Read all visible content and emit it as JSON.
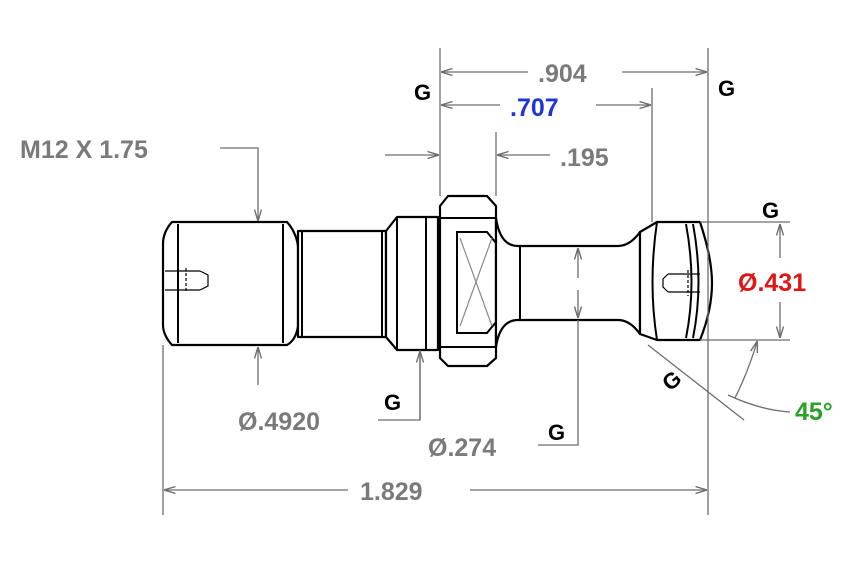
{
  "dimensions": {
    "overall_length": ".904",
    "gauge_length": ".707",
    "flange_width": ".195",
    "thread": "M12 X 1.75",
    "pilot_diameter": "Ø.4920",
    "neck_diameter": "Ø.274",
    "knob_diameter": "Ø.431",
    "total_length": "1.829",
    "angle": "45°"
  },
  "gauge_marks": {
    "g1": "G",
    "g2": "G",
    "g3": "G",
    "g4": "G",
    "g5": "G",
    "g6": "G"
  },
  "colors": {
    "dimension": "#7a7a7a",
    "gauge_length": "#1f35d6",
    "knob_diameter": "#e01616",
    "angle": "#2aa12a",
    "outline": "#000000"
  }
}
